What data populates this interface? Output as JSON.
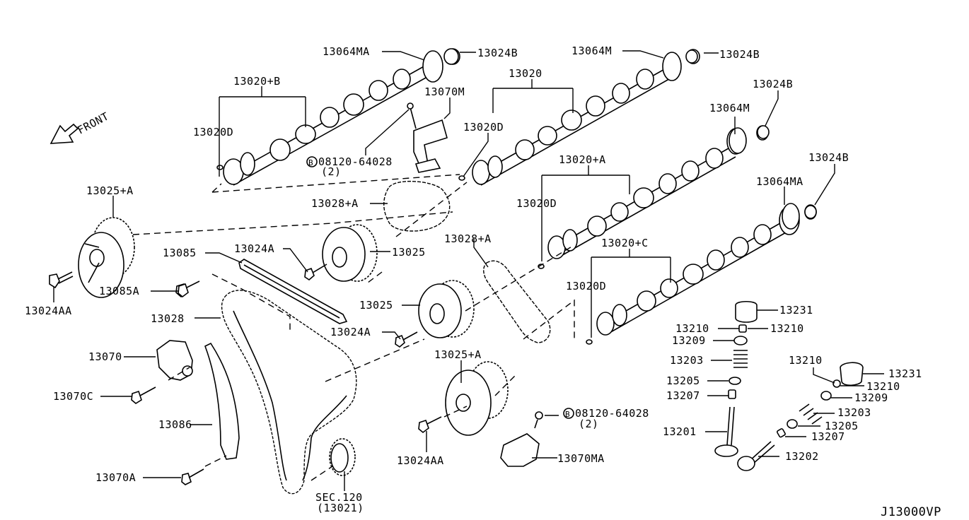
{
  "diagram": {
    "title": "Camshaft & Valve Mechanism",
    "figure_code": "J13000VP",
    "direction_label": "FRONT",
    "labels": {
      "cam_b_group": "13020+B",
      "cam_b_dowel": "13020D",
      "sprocket_rear_left": "13064MA",
      "plug_1": "13024B",
      "tensioner_upper": "13070M",
      "bolt_ref_1": "08120-64028",
      "bolt_ref_1_qty": "(2)",
      "cam_group": "13020",
      "cam_dowel_1": "13020D",
      "sprocket_rear_mid": "13064M",
      "plug_2": "13024B",
      "plug_3": "13024B",
      "sprocket_rear_right": "13064M",
      "plug_4": "13024B",
      "cam_a_group": "13020+A",
      "cam_dowel_2": "13020D",
      "sprocket_rear_lower": "13064MA",
      "cam_c_group": "13020+C",
      "cam_dowel_3": "13020D",
      "vtc_left": "13025+A",
      "chain_upper": "13028+A",
      "vtc_upper": "13025",
      "chain_mid": "13028+A",
      "bolt_vtc_upper": "13024A",
      "slack_guide": "13085",
      "guide_bolt": "13085A",
      "bolt_vtc_left": "13024AA",
      "timing_chain": "13028",
      "vtc_mid": "13025",
      "bolt_vtc_mid": "13024A",
      "tensioner_main": "13070",
      "tensioner_bolt": "13070C",
      "vtc_lower": "13025+A",
      "tension_guide": "13086",
      "guide_pivot_bolt": "13070A",
      "bolt_vtc_lower": "13024AA",
      "bolt_ref_2": "08120-64028",
      "bolt_ref_2_qty": "(2)",
      "tensioner_lower": "13070MA",
      "crank_sprocket_ref": "SEC.120",
      "crank_sprocket_part": "(13021)",
      "lifter_1": "13231",
      "collet_1a": "13210",
      "collet_1b": "13210",
      "retainer_1": "13209",
      "spring_1": "13203",
      "seat_1": "13205",
      "seal_1": "13207",
      "valve_intake": "13201",
      "collet_2a": "13210",
      "lifter_2": "13231",
      "collet_2b": "13210",
      "retainer_2": "13209",
      "spring_2": "13203",
      "seat_2": "13205",
      "seal_2": "13207",
      "valve_exhaust": "13202"
    },
    "bolt_marker": "B"
  }
}
